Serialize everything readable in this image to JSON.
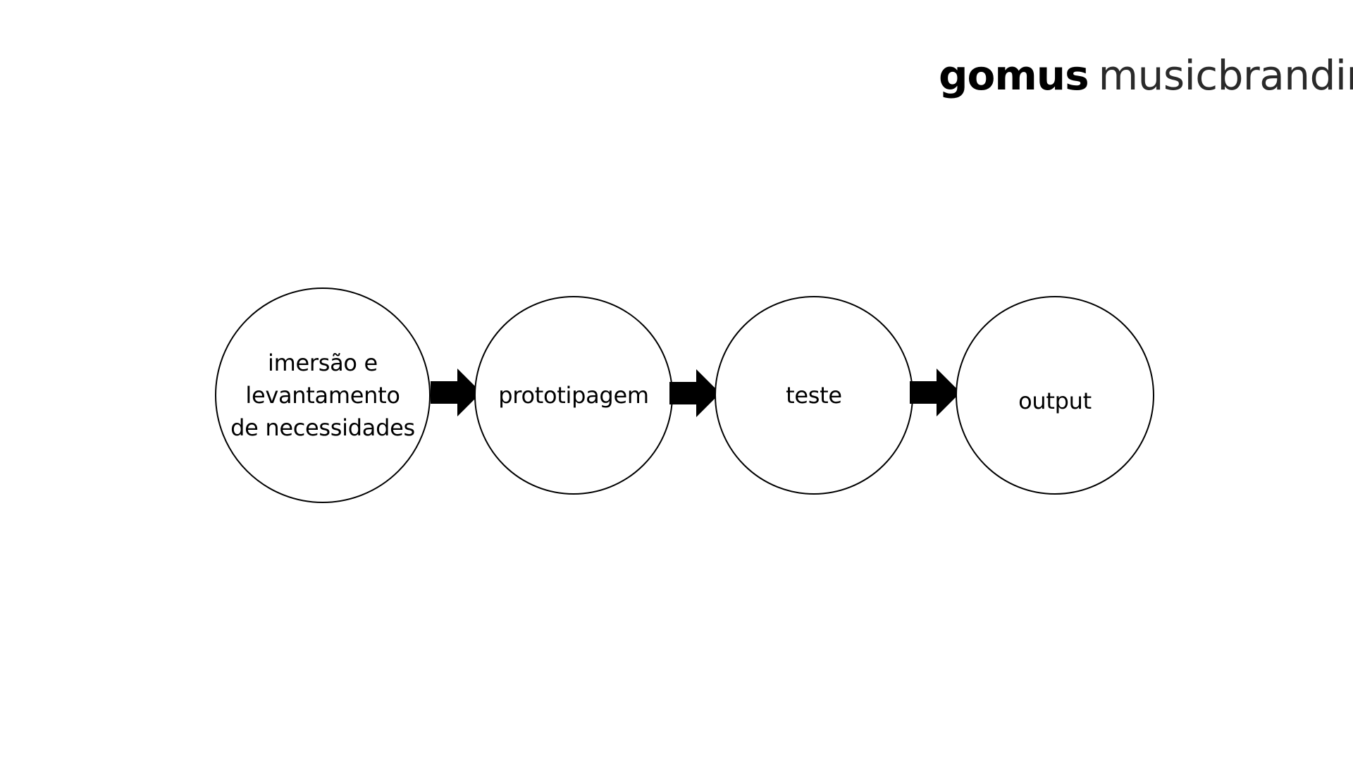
{
  "brand": {
    "bold": "gomus",
    "light": "musicbranding"
  },
  "flow": {
    "steps": [
      {
        "label": "imersão e\nlevantamento\nde necessidades"
      },
      {
        "label": "prototipagem"
      },
      {
        "label": "teste"
      },
      {
        "label": "output"
      }
    ],
    "arrow_icon": "arrow-right-icon"
  },
  "colors": {
    "background": "#ffffff",
    "stroke": "#000000",
    "text": "#000000"
  }
}
